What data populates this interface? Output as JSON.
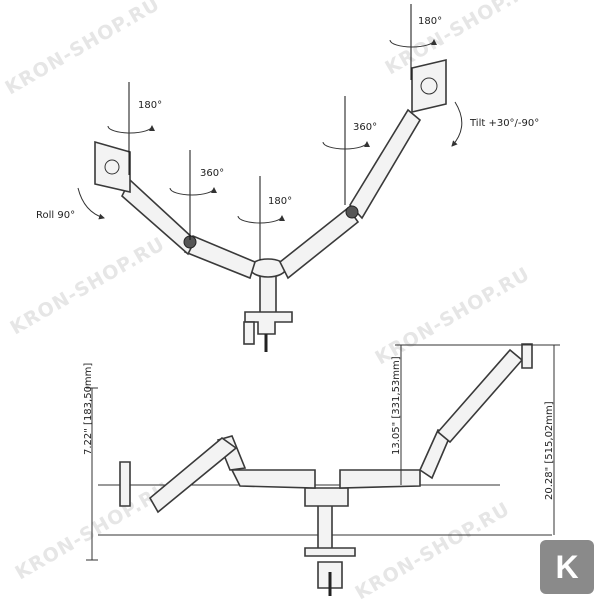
{
  "watermark": "KRON-SHOP.RU",
  "logo_letter": "K",
  "rotation_labels": {
    "top_right_pivot": "180°",
    "left_pivot": "180°",
    "left_joint": "360°",
    "center_pivot": "180°",
    "right_joint": "360°",
    "roll": "Roll 90°",
    "tilt": "Tilt +30°/-90°"
  },
  "dimensions": {
    "left_height": "7.22\" [183,50mm]",
    "mid_height": "13.05\" [331,53mm]",
    "total_height": "20.28\" [515,02mm]"
  },
  "colors": {
    "line": "#222222",
    "arm_fill": "#f3f3f3",
    "watermark": "#e6e6e6",
    "logo_bg": "#8a8a8a"
  }
}
